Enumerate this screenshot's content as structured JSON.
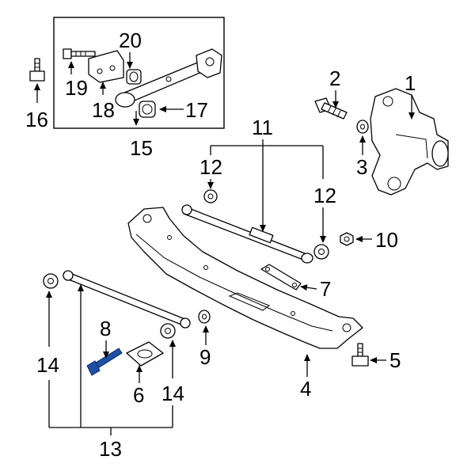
{
  "callouts": {
    "c1": "1",
    "c2": "2",
    "c3": "3",
    "c4": "4",
    "c5": "5",
    "c6": "6",
    "c7": "7",
    "c8": "8",
    "c9": "9",
    "c10": "10",
    "c11": "11",
    "c12a": "12",
    "c12b": "12",
    "c13": "13",
    "c14a": "14",
    "c14b": "14",
    "c15": "15",
    "c16": "16",
    "c17": "17",
    "c18": "18",
    "c19": "19",
    "c20": "20"
  },
  "colors": {
    "line": "#000000",
    "background": "#ffffff",
    "highlight": "#1f4fa6"
  },
  "highlighted_part": "8"
}
